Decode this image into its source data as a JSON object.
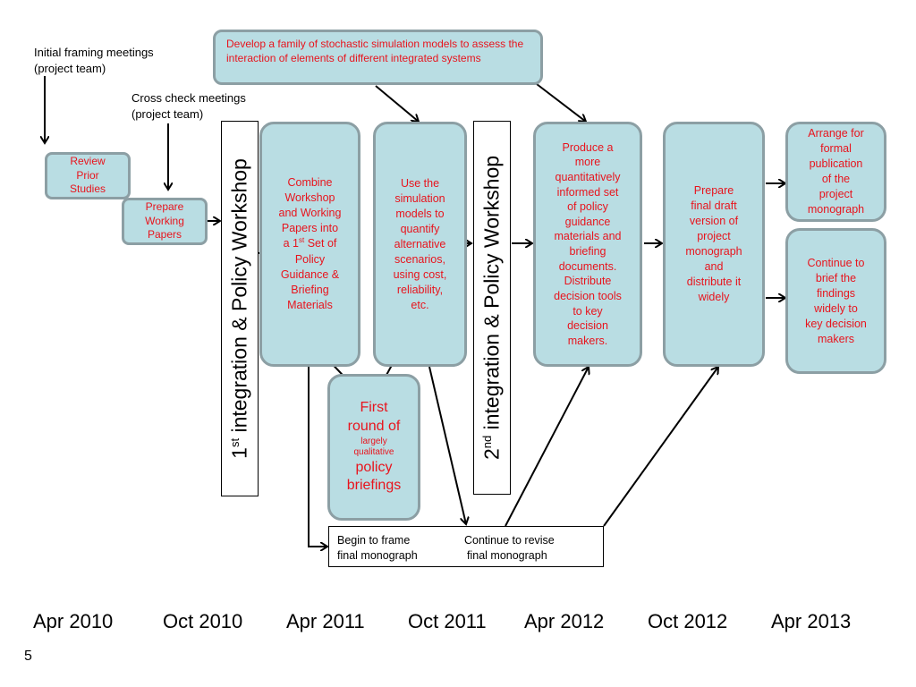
{
  "top_box": "Develop a family of stochastic simulation models to assess the interaction of elements of different integrated systems",
  "labels": {
    "initial_meetings": [
      "Initial framing meetings",
      "(project team)"
    ],
    "cross_check": [
      "Cross check meetings",
      "(project team)"
    ]
  },
  "boxes": {
    "review": [
      "Review",
      "Prior",
      "Studies"
    ],
    "prepare": [
      "Prepare",
      "Working",
      "Papers"
    ],
    "combine": [
      "Combine",
      "Workshop",
      "and Working",
      "Papers into",
      "a 1",
      "st",
      " Set of",
      "Policy",
      "Guidance &",
      "Briefing",
      "Materials"
    ],
    "simulate": [
      "Use the",
      "simulation",
      "models to",
      "quantify",
      "alternative",
      "scenarios,",
      "using cost,",
      "reliability,",
      "etc."
    ],
    "first_round": [
      "First",
      "round of",
      "largely",
      "qualitative",
      "policy",
      "briefings"
    ],
    "produce": [
      "Produce a",
      "more",
      "quantitatively",
      "informed set",
      "of policy",
      "guidance",
      "materials and",
      "briefing",
      "documents.",
      "Distribute",
      "decision tools",
      "to key",
      "decision",
      "makers."
    ],
    "draft": [
      "Prepare",
      "final draft",
      "version of",
      "project",
      "monograph",
      "and",
      "distribute it",
      "widely"
    ],
    "publish": [
      "Arrange for",
      "formal",
      "publication",
      "of the",
      "project",
      "monograph"
    ],
    "brief": [
      "Continue to",
      "brief the",
      "findings",
      "widely to",
      "key decision",
      "makers"
    ]
  },
  "workshop1": {
    "num": "1",
    "sup": "st",
    "text": " integration & Policy Workshop"
  },
  "workshop2": {
    "num": "2",
    "sup": "nd",
    "text": " integration & Policy Workshop"
  },
  "monograph_box": {
    "begin": [
      "Begin to frame",
      "final monograph"
    ],
    "continue": [
      "Continue to revise",
      "final monograph"
    ]
  },
  "timeline": [
    "Apr 2010",
    "Oct 2010",
    "Apr 2011",
    "Oct 2011",
    "Apr 2012",
    "Oct 2012",
    "Apr 2013"
  ],
  "page_number": "5"
}
